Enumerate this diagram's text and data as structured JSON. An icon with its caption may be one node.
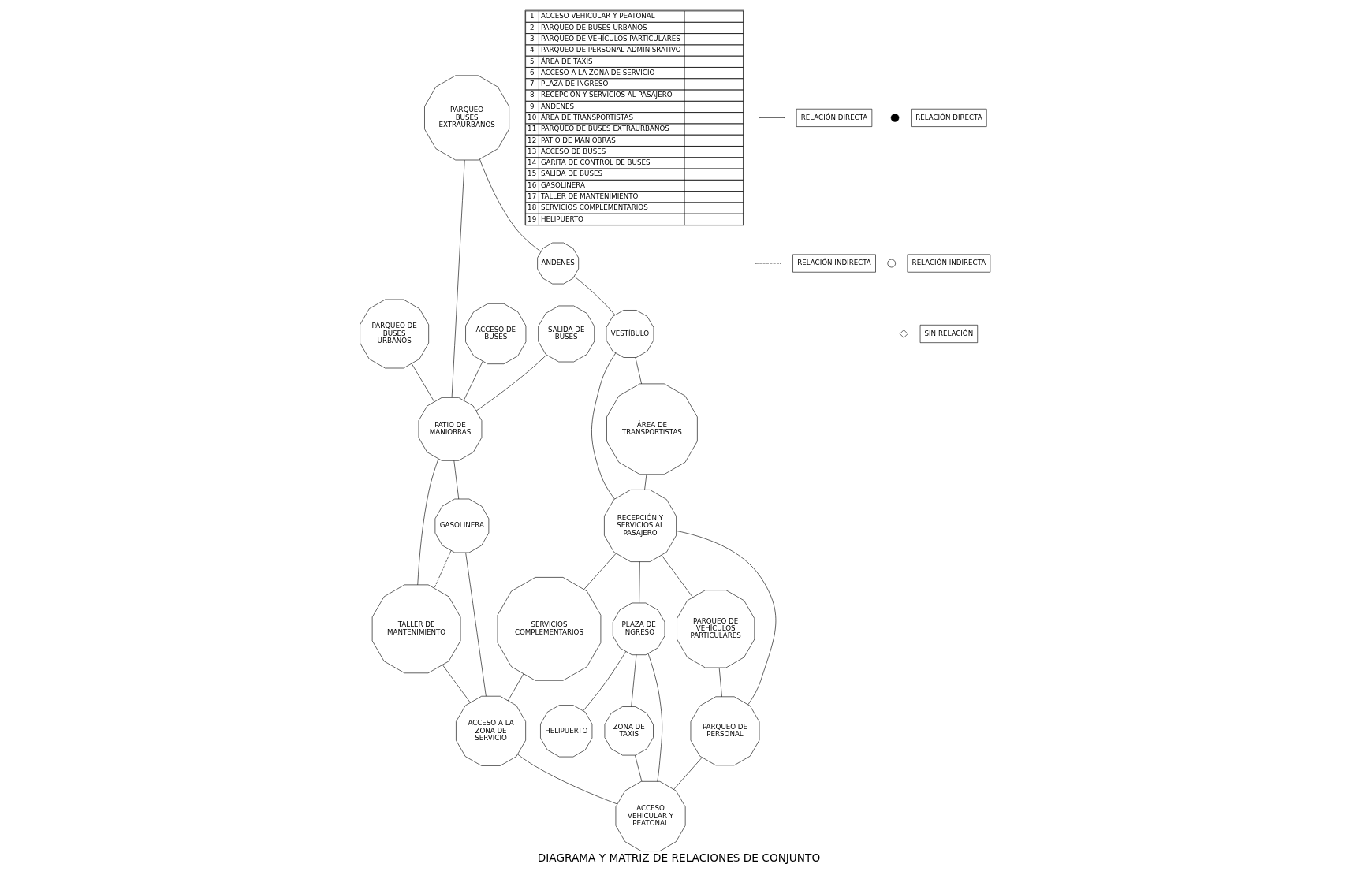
{
  "diagram": {
    "title": "DIAGRAMA Y MATRIZ DE RELACIONES DE CONJUNTO",
    "nodes": [
      {
        "text": [
          "PARQUEO DE BUSES URBANOS"
        ]
      },
      {
        "text": [
          "ACCESO DE BUSES"
        ]
      },
      {
        "text": [
          "PARQUEO BUSES EXTRAURBANOS"
        ]
      },
      {
        "text": [
          "PATIO DE MANIOBRAS"
        ]
      },
      {
        "text": [
          "SALIDA DE BUSES"
        ]
      },
      {
        "text": [
          "ANDENES"
        ]
      },
      {
        "text": [
          "VESTÍBULO"
        ]
      },
      {
        "text": [
          "RECEPCIÓN Y SERVICIOS AL PASAJERO"
        ]
      },
      {
        "text": [
          "SERVICIOS COMPLEMENTARIOS"
        ]
      },
      {
        "text": [
          "GASOLINERA"
        ]
      },
      {
        "text": [
          "TALLER DE MANTENIMIENTO"
        ]
      },
      {
        "text": [
          "ÁREA DE TRANSPORTISTAS"
        ]
      },
      {
        "text": [
          "PLAZA DE INGRESO"
        ]
      },
      {
        "text": [
          "HELIPUERTO"
        ]
      },
      {
        "text": [
          "PARQUEO DE VEHÍCULOS PARTICULARES"
        ]
      },
      {
        "text": [
          "PARQUEO DE PERSONAL"
        ]
      },
      {
        "text": [
          "ZONA DE TAXIS"
        ]
      },
      {
        "text": [
          "ACCESO A LA ZONA DE SERVICIO"
        ]
      },
      {
        "text": [
          "ACCESO VEHICULAR Y PEATONAL"
        ]
      }
    ],
    "edges": [
      {
        "from": 1,
        "to": 3,
        "arrow": "none"
      },
      {
        "from": 0,
        "to": 3,
        "arrow": "none"
      },
      {
        "from": 4,
        "to": 3,
        "arrow": "none"
      },
      {
        "from": 2,
        "to": 3,
        "arrow": "none"
      },
      {
        "from": 2,
        "to": 5,
        "arrow": "none"
      },
      {
        "from": 5,
        "to": 6,
        "arrow": "none"
      },
      {
        "from": 6,
        "to": 7,
        "arrow": "none"
      },
      {
        "from": 6,
        "to": 11,
        "arrow": "none"
      },
      {
        "from": 11,
        "to": 7,
        "arrow": "none"
      },
      {
        "from": 7,
        "to": 8,
        "arrow": "none"
      },
      {
        "from": 7,
        "to": 12,
        "arrow": "none"
      },
      {
        "from": 7,
        "to": 14,
        "arrow": "none"
      },
      {
        "from": 7,
        "to": 15,
        "arrow": "none"
      },
      {
        "from": 3,
        "to": 9,
        "arrow": "none"
      },
      {
        "from": 3,
        "to": 10,
        "arrow": "none"
      },
      {
        "from": 9,
        "to": 10,
        "arrow": "none",
        "style": "dashed"
      },
      {
        "from": 9,
        "to": 17,
        "arrow": "none"
      },
      {
        "from": 10,
        "to": 17,
        "arrow": "none"
      },
      {
        "from": 8,
        "to": 17,
        "arrow": "none"
      },
      {
        "from": 12,
        "to": 13,
        "arrow": "none"
      },
      {
        "from": 12,
        "to": 16,
        "arrow": "none"
      },
      {
        "from": 12,
        "to": 18,
        "arrow": "none"
      },
      {
        "from": 14,
        "to": 15,
        "arrow": "none"
      },
      {
        "from": 15,
        "to": 18,
        "arrow": "none"
      },
      {
        "from": 16,
        "to": 18,
        "arrow": "none"
      },
      {
        "from": 17,
        "to": 18,
        "arrow": "none"
      }
    ],
    "labels": [
      "1",
      "ACCESO VEHICULAR Y PEATONAL",
      "2",
      "PARQUEO DE BUSES URBANOS",
      "3",
      "PARQUEO DE VEHÍCULOS PARTICULARES",
      "4",
      "PARQUEO DE PERSONAL ADMINISRATIVO",
      "5",
      "ÁREA DE TAXIS",
      "6",
      "ACCESO A LA ZONA DE SERVICIO",
      "7",
      "PLAZA DE INGRESO",
      "8",
      "RECEPCIÓN Y SERVICIOS AL PASAJERO",
      "9",
      "ANDENES",
      "10",
      "ÁREA DE TRANSPORTISTAS",
      "11",
      "PARQUEO DE BUSES EXTRAURBANOS",
      "12",
      "PATIO DE MANIOBRAS",
      "13",
      "ACCESO DE BUSES",
      "14",
      "GARITA DE CONTROL DE BUSES",
      "15",
      "SALIDA DE BUSES",
      "16",
      "GASOLINERA",
      "17",
      "TALLER DE MANTENIMIENTO",
      "18",
      "SERVICIOS COMPLEMENTARIOS",
      "19",
      "HELIPUERTO"
    ],
    "legend": [
      {
        "text": "RELACIÓN DIRECTA"
      },
      {
        "text": "RELACIÓN INDIRECTA"
      },
      {
        "text": "RELACIÓN DIRECTA"
      },
      {
        "text": "RELACIÓN INDIRECTA"
      },
      {
        "text": "SIN RELACIÓN"
      }
    ]
  }
}
